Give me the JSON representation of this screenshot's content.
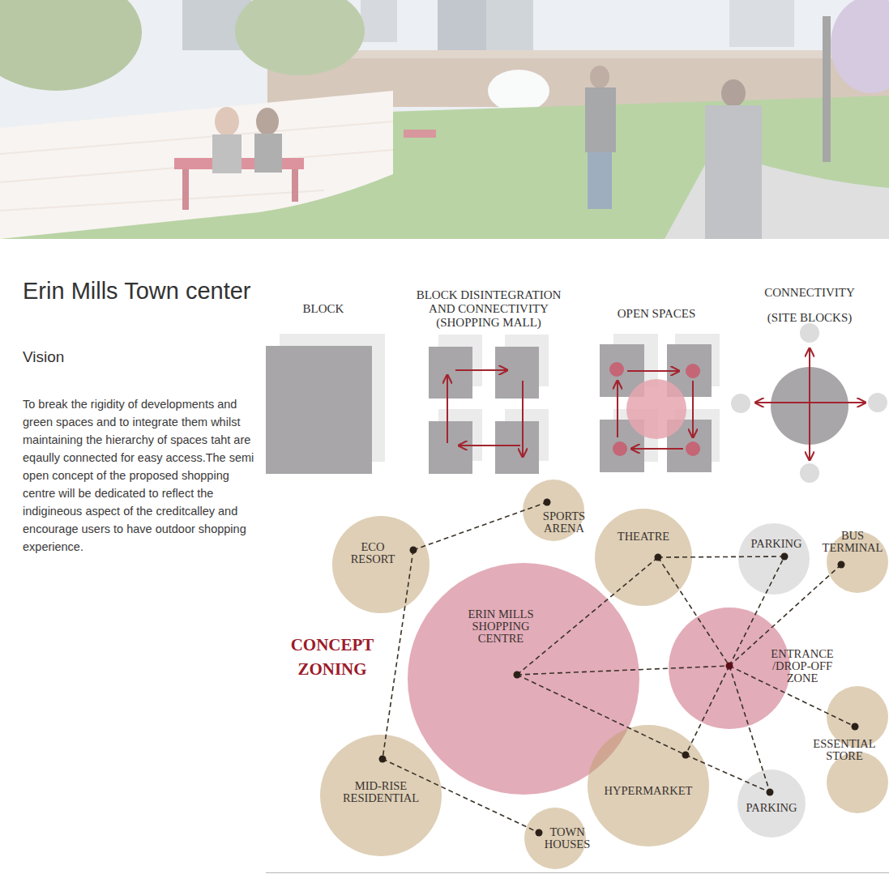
{
  "diagram": {
    "title": "Erin Mills Town center",
    "nodes": [
      {
        "text": [
          "SPORTS ARENA"
        ]
      },
      {
        "text": [
          "ECO RESORT"
        ]
      },
      {
        "text": [
          "THEATRE"
        ]
      },
      {
        "text": [
          "PARKING"
        ]
      },
      {
        "text": [
          "BUS TERMINAL"
        ]
      },
      {
        "text": [
          "ERIN MILLS SHOPPING CENTRE"
        ]
      },
      {
        "text": [
          "ENTRANCE /DROP-OFF ZONE"
        ]
      },
      {
        "text": [
          "ESSENTIAL STORE"
        ]
      },
      {
        "text": [
          "MID-RISE RESIDENTIAL"
        ]
      },
      {
        "text": [
          "HYPERMARKET"
        ]
      },
      {
        "text": [
          "PARKING"
        ]
      },
      {
        "text": [
          "TOWN HOUSES"
        ]
      }
    ],
    "edges": [
      {
        "from": 1,
        "to": 0,
        "arrow": "none"
      },
      {
        "from": 1,
        "to": 8,
        "arrow": "none"
      },
      {
        "from": 8,
        "to": 11,
        "arrow": "none"
      },
      {
        "from": 2,
        "to": 3,
        "arrow": "none"
      },
      {
        "from": 5,
        "to": 2,
        "arrow": "none"
      },
      {
        "from": 2,
        "to": 6,
        "arrow": "none"
      },
      {
        "from": 5,
        "to": 6,
        "arrow": "none"
      },
      {
        "from": 5,
        "to": 9,
        "arrow": "none"
      },
      {
        "from": 9,
        "to": 10,
        "arrow": "none"
      },
      {
        "from": 6,
        "to": 3,
        "arrow": "none"
      },
      {
        "from": 6,
        "to": 4,
        "arrow": "none"
      },
      {
        "from": 6,
        "to": 7,
        "arrow": "none"
      },
      {
        "from": 6,
        "to": 9,
        "arrow": "none"
      },
      {
        "from": 6,
        "to": 10,
        "arrow": "none"
      }
    ],
    "labels": [
      "Vision",
      "To break the rigidity of developments and green spaces and to integrate them whilst maintaining the hierarchy of spaces taht are eqaully connected for easy access.The semi open concept of the proposed shopping centre will be dedicated to reflect the indigineous aspect of the creditcalley and encourage users to have outdoor shopping experience.",
      "BLOCK",
      "BLOCK DISINTEGRATION AND CONNECTIVITY (SHOPPING MALL)",
      "OPEN SPACES",
      "CONNECTIVITY (SITE BLOCKS)",
      "CONCEPT ZONING"
    ]
  }
}
